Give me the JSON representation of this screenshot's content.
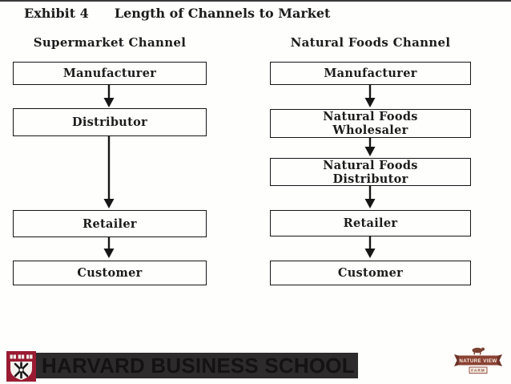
{
  "header": {
    "exhibit_label": "Exhibit 4",
    "title": "Length of Channels to Market"
  },
  "columns": [
    {
      "heading": "Supermarket Channel",
      "boxes": [
        "Manufacturer",
        "Distributor",
        "Retailer",
        "Customer"
      ]
    },
    {
      "heading": "Natural Foods Channel",
      "boxes": [
        "Manufacturer",
        "Natural Foods\nWholesaler",
        "Natural Foods\nDistributor",
        "Retailer",
        "Customer"
      ]
    }
  ],
  "footer": {
    "school_name": "HARVARD BUSINESS SCHOOL",
    "natureview": {
      "name_line1": "NATURE VIEW",
      "name_line2": "FARM"
    }
  },
  "colors": {
    "harvard_crimson": "#9a1b31",
    "footer_bar": "#2e2b2c",
    "diagram_ink": "#161616",
    "natureview_brown": "#8a4232"
  }
}
